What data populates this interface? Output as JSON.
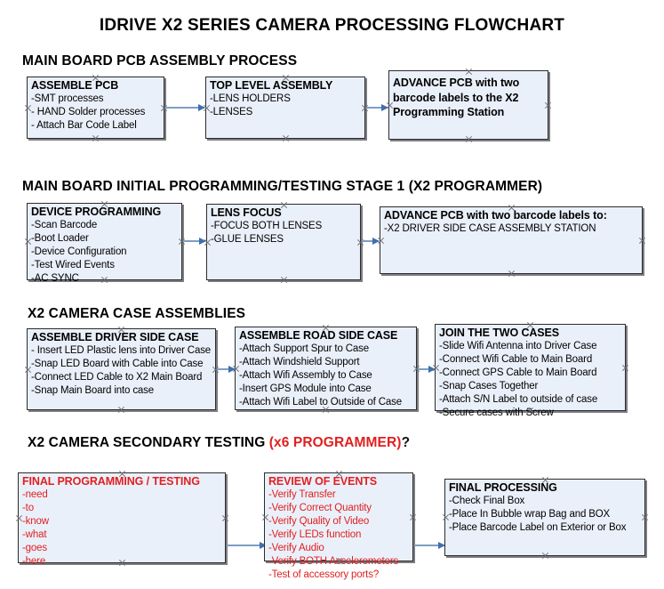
{
  "document": {
    "title": "IDRIVE X2  SERIES CAMERA PROCESSING FLOWCHART"
  },
  "sections": [
    {
      "id": "main-board-pcb-assembly-process",
      "heading": "MAIN BOARD PCB ASSEMBLY PROCESS",
      "heading_accent": "",
      "heading_tail": ""
    },
    {
      "id": "main-board-initial-programming",
      "heading": "MAIN BOARD INITIAL PROGRAMMING/TESTING STAGE 1 (X2 PROGRAMMER)",
      "heading_accent": "",
      "heading_tail": ""
    },
    {
      "id": "x2-camera-case-assemblies",
      "heading": "X2 CAMERA CASE ASSEMBLIES",
      "heading_accent": "",
      "heading_tail": ""
    },
    {
      "id": "x2-camera-secondary-testing",
      "heading": "X2 CAMERA SECONDARY TESTING ",
      "heading_accent": "(x6 PROGRAMMER)",
      "heading_tail": "?"
    }
  ],
  "boxes": {
    "assemble_pcb": {
      "title": "ASSEMBLE PCB",
      "lines": [
        "-SMT processes",
        "- HAND Solder processes",
        "- Attach Bar Code Label"
      ]
    },
    "top_level_assembly": {
      "title": "TOP LEVEL ASSEMBLY",
      "lines": [
        "-LENS HOLDERS",
        "-LENSES"
      ]
    },
    "advance_pcb_station": {
      "title": "ADVANCE PCB with two barcode labels to the  X2 Programming Station",
      "lines": []
    },
    "device_programming": {
      "title": "DEVICE PROGRAMMING",
      "lines": [
        "-Scan Barcode",
        "-Boot Loader",
        "-Device Configuration",
        "-Test Wired Events",
        "-AC SYNC"
      ]
    },
    "lens_focus": {
      "title": "LENS FOCUS",
      "lines": [
        "-FOCUS BOTH LENSES",
        "-GLUE LENSES"
      ]
    },
    "advance_pcb_driver_side": {
      "title": "ADVANCE PCB with two barcode labels to:",
      "lines": [
        "-X2 DRIVER  SIDE  CASE  ASSEMBLY STATION"
      ]
    },
    "assemble_driver_side_case": {
      "title": "ASSEMBLE DRIVER SIDE CASE",
      "lines": [
        "- Insert LED Plastic lens into Driver Case",
        "-Snap LED Board with Cable into Case",
        "-Connect LED Cable to X2 Main Board",
        "-Snap Main Board into case"
      ]
    },
    "assemble_road_side_case": {
      "title": "ASSEMBLE ROAD SIDE CASE",
      "lines": [
        "-Attach Support Spur to Case",
        "-Attach Windshield Support",
        "-Attach Wifi Assembly to Case",
        "-Insert GPS Module into Case",
        "-Attach Wifi Label to Outside of Case"
      ]
    },
    "join_the_two_cases": {
      "title": "JOIN THE TWO CASES",
      "lines": [
        "-Slide Wifi Antenna into Driver Case",
        "-Connect Wifi Cable to Main Board",
        "-Connect GPS Cable to Main Board",
        "-Snap Cases Together",
        "-Attach S/N Label to outside of case",
        "-Secure cases with Screw"
      ]
    },
    "final_programming_testing": {
      "title": "FINAL PROGRAMMING / TESTING",
      "lines": [
        "-need",
        "-to",
        "-know",
        "-what",
        "-goes",
        "-here"
      ]
    },
    "review_of_events": {
      "title": "REVIEW OF EVENTS",
      "lines": [
        "-Verify Transfer",
        "-Verify Correct Quantity",
        "-Verify Quality of Video",
        "-Verify LEDs function",
        "-Verify Audio",
        "-Verify BOTH Accelerometers",
        "-Test of accessory ports?"
      ]
    },
    "final_processing": {
      "title": "FINAL PROCESSING",
      "lines": [
        " -Check Final Box",
        "-Place In Bubble wrap Bag and BOX",
        "-Place Barcode Label on Exterior or Box"
      ]
    }
  },
  "colors": {
    "box_fill": "#eaf0fa",
    "box_border": "#2b2b2b",
    "connector": "#7c9ec4",
    "arrowhead": "#3f6fae",
    "accent_red": "#e02020",
    "handle": "#6e6e72"
  }
}
